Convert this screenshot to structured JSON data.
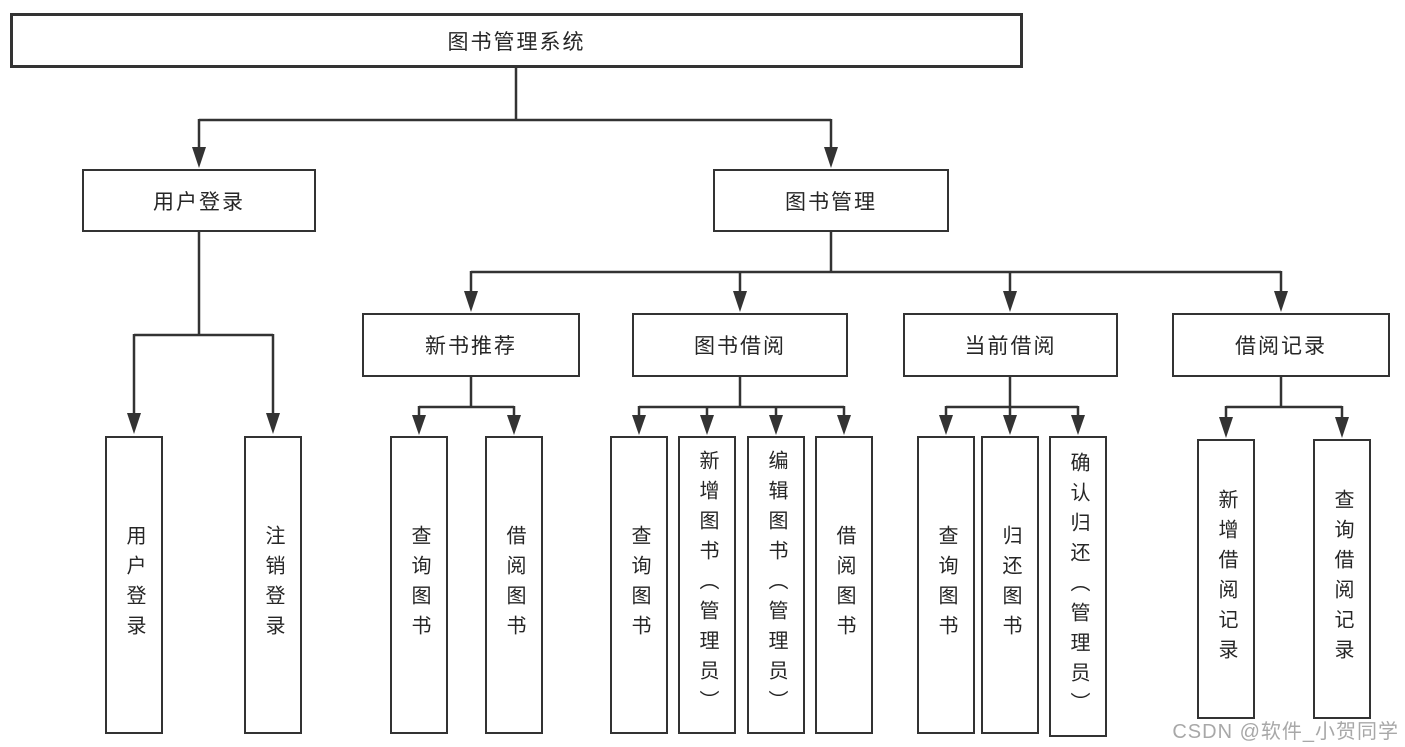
{
  "diagram": {
    "root": {
      "label": "图书管理系统"
    },
    "level2": [
      {
        "label": "用户登录"
      },
      {
        "label": "图书管理"
      }
    ],
    "level3": [
      {
        "label": "新书推荐",
        "parent": "图书管理"
      },
      {
        "label": "图书借阅",
        "parent": "图书管理"
      },
      {
        "label": "当前借阅",
        "parent": "图书管理"
      },
      {
        "label": "借阅记录",
        "parent": "图书管理"
      }
    ],
    "leaves": [
      {
        "label": "用户登录",
        "parent": "用户登录"
      },
      {
        "label": "注销登录",
        "parent": "用户登录"
      },
      {
        "label": "查询图书",
        "parent": "新书推荐"
      },
      {
        "label": "借阅图书",
        "parent": "新书推荐"
      },
      {
        "label": "查询图书",
        "parent": "图书借阅"
      },
      {
        "label": "新增图书（管理员）",
        "parent": "图书借阅"
      },
      {
        "label": "编辑图书（管理员）",
        "parent": "图书借阅"
      },
      {
        "label": "借阅图书",
        "parent": "图书借阅"
      },
      {
        "label": "查询图书",
        "parent": "当前借阅"
      },
      {
        "label": "归还图书",
        "parent": "当前借阅"
      },
      {
        "label": "确认归还（管理员）",
        "parent": "当前借阅"
      },
      {
        "label": "新增借阅记录",
        "parent": "借阅记录"
      },
      {
        "label": "查询借阅记录",
        "parent": "借阅记录"
      }
    ],
    "colors": {
      "line": "#333333",
      "box_border": "#333333",
      "text": "#262626",
      "background": "#ffffff",
      "watermark": "#a8a8a8"
    }
  },
  "watermark": {
    "text": "CSDN @软件_小贺同学"
  }
}
